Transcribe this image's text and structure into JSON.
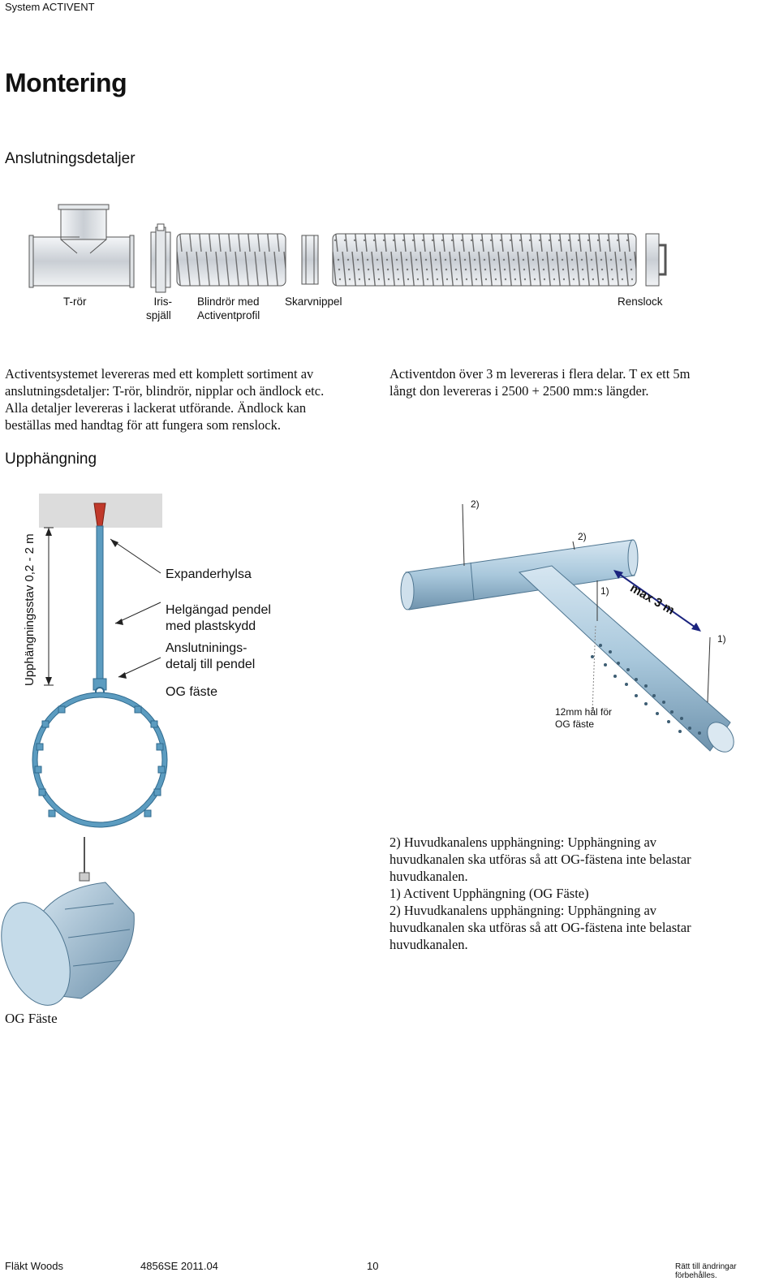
{
  "header": {
    "brand": "System ACTIVENT"
  },
  "title": "Montering",
  "section1": {
    "heading": "Anslutningsdetaljer",
    "captions": {
      "t_ror": "T-rör",
      "iris_1": "Iris-",
      "iris_2": "spjäll",
      "blindror_1": "Blindrör med",
      "blindror_2": "Activentprofil",
      "skarvnippel": "Skarvnippel",
      "renslock": "Renslock"
    },
    "left_paragraph": [
      "Activentsystemet levereras med ett komplett sortiment av",
      "anslutningsdetaljer: T-rör, blindrör, nipplar och ändlock etc.",
      "Alla detaljer levereras i lackerat utförande. Ändlock kan",
      "beställas med handtag för att fungera som renslock."
    ],
    "right_paragraph": [
      "Activentdon över 3 m levereras i flera delar. T ex ett 5m",
      "långt don levereras i 2500 + 2500 mm:s längder."
    ]
  },
  "section2": {
    "heading": "Upphängning",
    "hanger": {
      "rod_label": "Upphängningsstav 0,2 - 2 m",
      "expanderhylsa": "Expanderhylsa",
      "pendel_1": "Helgängad pendel",
      "pendel_2": "med plastskydd",
      "anslutning_1": "Anslutninings-",
      "anslutning_2": "detalj till pendel",
      "og_faste": "OG fäste"
    },
    "system": {
      "label_2a": "2)",
      "label_2b": "2)",
      "label_1a": "1)",
      "label_1b": "1)",
      "max": "max 3 m",
      "hole_1": "12mm hål för",
      "hole_2": "OG fäste"
    },
    "notes": [
      "2) Huvudkanalens upphängning: Upphängning av",
      "huvudkanalen ska utföras så att OG-fästena inte belastar",
      "huvudkanalen.",
      "1) Activent Upphängning (OG Fäste)",
      "2) Huvudkanalens upphängning: Upphängning av",
      "huvudkanalen ska utföras så att OG-fästena inte belastar",
      "huvudkanalen."
    ],
    "og_caption": "OG Fäste"
  },
  "footer": {
    "company": "Fläkt Woods",
    "doc": "4856SE 2011.04",
    "page": "10",
    "rights": "Rätt till ändringar förbehålles."
  },
  "colors": {
    "duct": "#a9c8dc",
    "duct_dark": "#6f93ad",
    "hanger": "#5c9cc0",
    "ceiling": "#dcdcdc",
    "expander": "#c0392b"
  }
}
